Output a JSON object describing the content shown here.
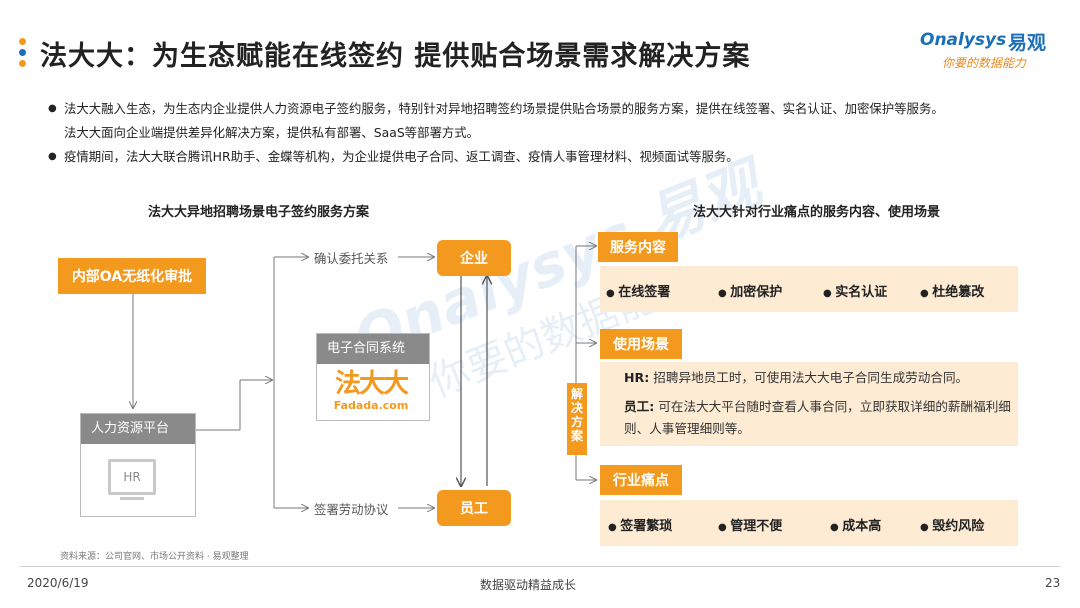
{
  "header": {
    "title": "法大大：为生态赋能在线签约 提供贴合场景需求解决方案",
    "dot_colors": [
      "#f39a1e",
      "#1a6fb8",
      "#f39a1e"
    ]
  },
  "logo": {
    "brand_en": "Onalysys",
    "brand_cn": "易观",
    "slogan": "你要的数据能力"
  },
  "bullets": [
    "法大大融入生态，为生态内企业提供人力资源电子签约服务，特别针对异地招聘签约场景提供贴合场景的服务方案，提供在线签署、实名认证、加密保护等服务。",
    "法大大面向企业端提供差异化解决方案，提供私有部署、SaaS等部署方式。",
    "疫情期间，法大大联合腾讯HR助手、金蝶等机构，为企业提供电子合同、返工调查、疫情人事管理材料、视频面试等服务。"
  ],
  "left_section": {
    "title": "法大大异地招聘场景电子签约服务方案",
    "oa_box": "内部OA无纸化审批",
    "hr_platform": "人力资源平台",
    "hr_icon_text": "HR",
    "contract_system": "电子合同系统",
    "fadada_cn": "法大大",
    "fadada_en": "Fadada.com",
    "enterprise": "企业",
    "employee": "员工",
    "label_top": "确认委托关系",
    "label_bottom": "签署劳动协议"
  },
  "right_section": {
    "title": "法大大针对行业痛点的服务内容、使用场景",
    "solution_label": "解决方案",
    "service_content": {
      "heading": "服务内容",
      "items": [
        "在线签署",
        "加密保护",
        "实名认证",
        "杜绝篡改"
      ]
    },
    "use_scene": {
      "heading": "使用场景",
      "hr_label": "HR:",
      "hr_text": "招聘异地员工时，可使用法大大电子合同生成劳动合同。",
      "emp_label": "员工:",
      "emp_text": "可在法大大平台随时查看人事合同，立即获取详细的薪酬福利细则、人事管理细则等。"
    },
    "pain_points": {
      "heading": "行业痛点",
      "items": [
        "签署繁琐",
        "管理不便",
        "成本高",
        "毁约风险"
      ]
    }
  },
  "watermark": {
    "en": "Onalysys 易观",
    "cn": "你要的数据能力"
  },
  "footer": {
    "source": "资料来源：公司官网、市场公开资料 · 易观整理",
    "date": "2020/6/19",
    "center": "数据驱动精益成长",
    "page": "23"
  }
}
